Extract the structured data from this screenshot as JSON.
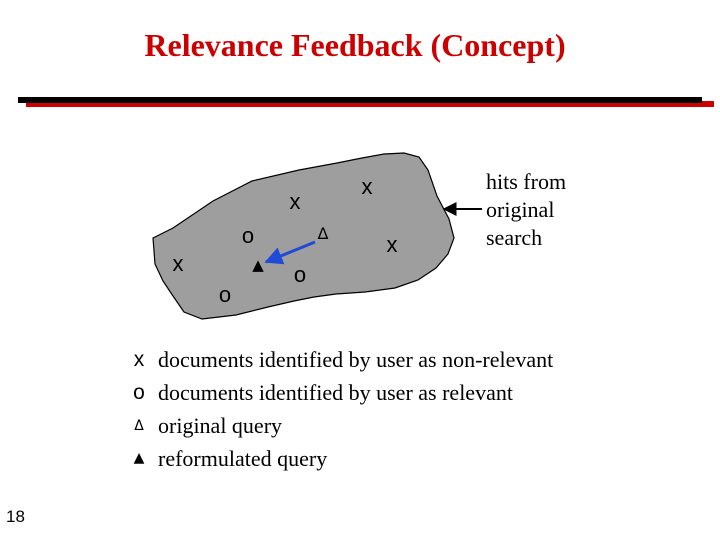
{
  "slide": {
    "title": "Relevance Feedback (Concept)",
    "page_number": "18"
  },
  "colors": {
    "title": "#cc0000",
    "region_fill": "#9e9e9e",
    "arrow": "#1f4bd8"
  },
  "diagram": {
    "marks": {
      "nonrelevant": "x",
      "relevant": "o",
      "original_query": "Δ",
      "reformulated_query": "▲"
    },
    "hits_label": "hits from\noriginal\nsearch"
  },
  "legend": [
    {
      "symbol": "x",
      "label": "documents identified by user as non-relevant"
    },
    {
      "symbol": "o",
      "label": "documents identified by user as relevant"
    },
    {
      "symbol": "Δ",
      "label": "original query"
    },
    {
      "symbol": "▲",
      "label": "reformulated query"
    }
  ]
}
